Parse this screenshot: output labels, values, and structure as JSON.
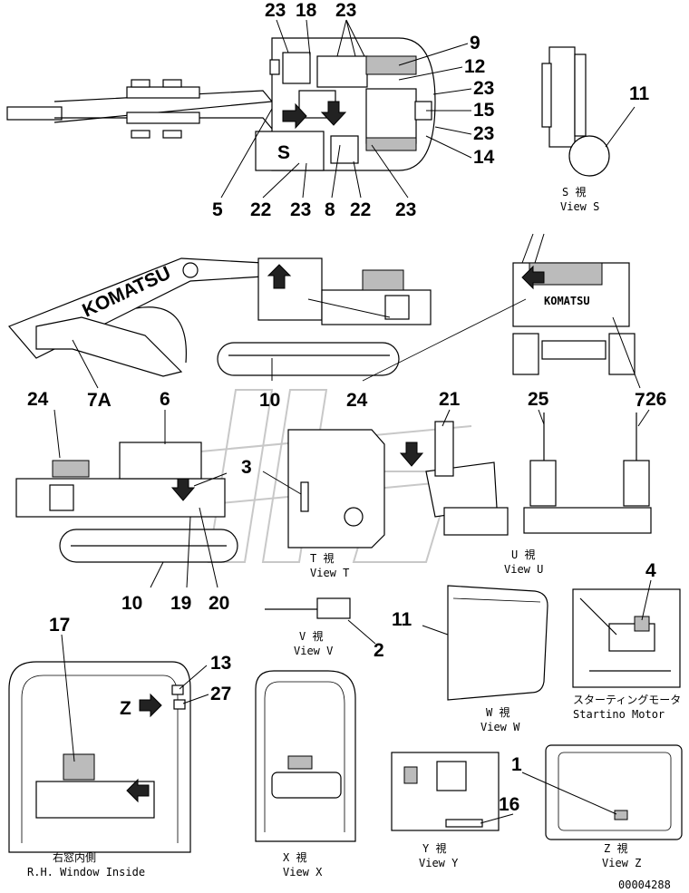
{
  "callouts": {
    "n23a": "23",
    "n18": "18",
    "n23b": "23",
    "n9": "9",
    "n12": "12",
    "n23c": "23",
    "n15": "15",
    "n23d": "23",
    "n14": "14",
    "n5": "5",
    "n22a": "22",
    "n23e": "23",
    "n8": "8",
    "n22b": "22",
    "n23f": "23",
    "n11a": "11",
    "n7a": "7A",
    "n24a": "24",
    "n10a": "10",
    "n7": "7",
    "n24b": "24",
    "n6": "6",
    "n3": "3",
    "n21": "21",
    "n25": "25",
    "n26": "26",
    "n10b": "10",
    "n19": "19",
    "n20": "20",
    "n17": "17",
    "n11b": "11",
    "n2": "2",
    "n4": "4",
    "n13": "13",
    "n27": "27",
    "n1": "1",
    "n16": "16"
  },
  "view_labels": {
    "z_marker": "Z",
    "s_jp": "S  視",
    "s_en": "View S",
    "t_jp": "T  視",
    "t_en": "View T",
    "u_jp": "U  視",
    "u_en": "View U",
    "v_jp": "V  視",
    "v_en": "View V",
    "w_jp": "W  視",
    "w_en": "View W",
    "motor_jp": "スターティングモータ",
    "motor_en": "Startino Motor",
    "win_jp": "右窓内側",
    "win_en": "R.H. Window Inside",
    "x_jp": "X  視",
    "x_en": "View X",
    "y_jp": "Y  視",
    "y_en": "View Y",
    "z_jp": "Z  視",
    "z_en": "View Z"
  },
  "machine_text": {
    "brand": "KOMATSU"
  },
  "drawing_id": "00004288",
  "icons": [
    "arrow-right-icon",
    "arrow-down-icon",
    "arrow-up-icon"
  ]
}
